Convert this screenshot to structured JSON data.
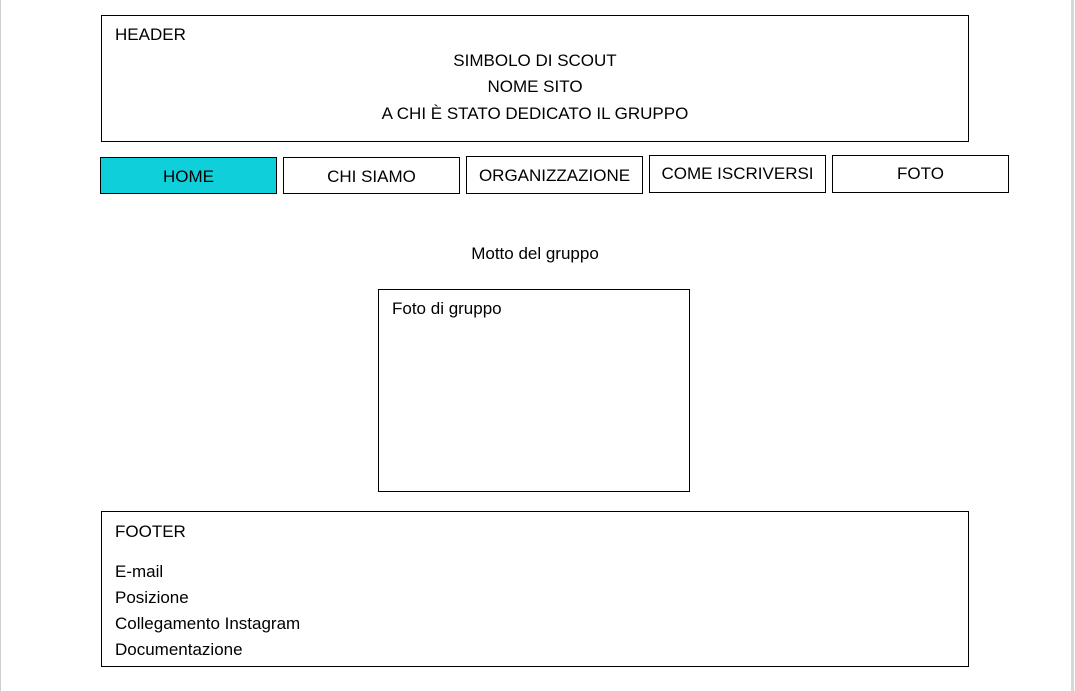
{
  "header": {
    "title": "HEADER",
    "symbol": "SIMBOLO DI SCOUT",
    "site_name": "NOME SITO",
    "dedication": "A CHI È STATO DEDICATO IL GRUPPO"
  },
  "nav": {
    "items": [
      {
        "label": "HOME",
        "active": true
      },
      {
        "label": "CHI SIAMO"
      },
      {
        "label": "ORGANIZZAZIONE"
      },
      {
        "label": "COME ISCRIVERSI"
      },
      {
        "label": "FOTO"
      }
    ],
    "active_color": "#0fcfdb"
  },
  "main": {
    "motto": "Motto del gruppo",
    "photo_label": "Foto di gruppo"
  },
  "footer": {
    "title": "FOOTER",
    "items": [
      "E-mail",
      "Posizione",
      "Collegamento Instagram",
      "Documentazione"
    ]
  }
}
